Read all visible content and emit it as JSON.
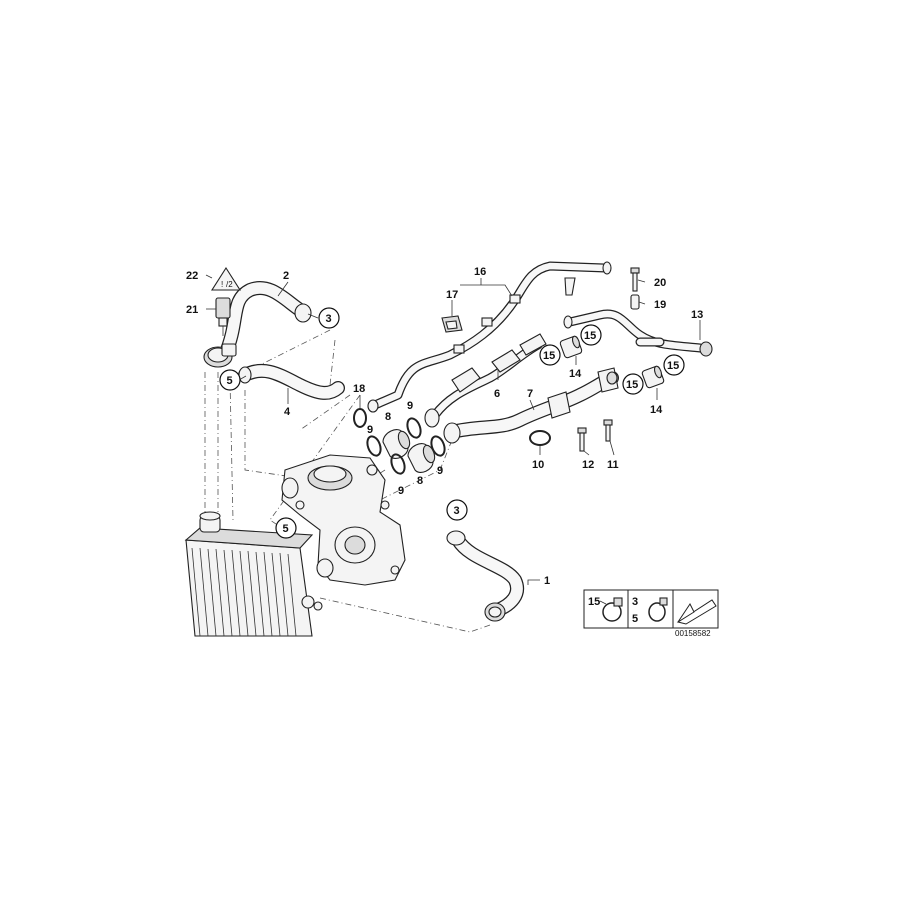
{
  "callouts": {
    "n1": "1",
    "n2": "2",
    "n3a": "3",
    "n3b": "3",
    "n4": "4",
    "n5a": "5",
    "n5b": "5",
    "n6": "6",
    "n7": "7",
    "n8a": "8",
    "n8b": "8",
    "n9a": "9",
    "n9b": "9",
    "n9c": "9",
    "n9d": "9",
    "n10": "10",
    "n11": "11",
    "n12": "12",
    "n13": "13",
    "n14a": "14",
    "n14b": "14",
    "n15a": "15",
    "n15b": "15",
    "n15c": "15",
    "n15d": "15",
    "n16": "16",
    "n17": "17",
    "n18": "18",
    "n19": "19",
    "n20": "20",
    "n21": "21",
    "n22": "22"
  },
  "legend": {
    "clamp_large_label": "15",
    "clamp_small_label_a": "3",
    "clamp_small_label_b": "5",
    "diagram_ref": "00158582"
  }
}
